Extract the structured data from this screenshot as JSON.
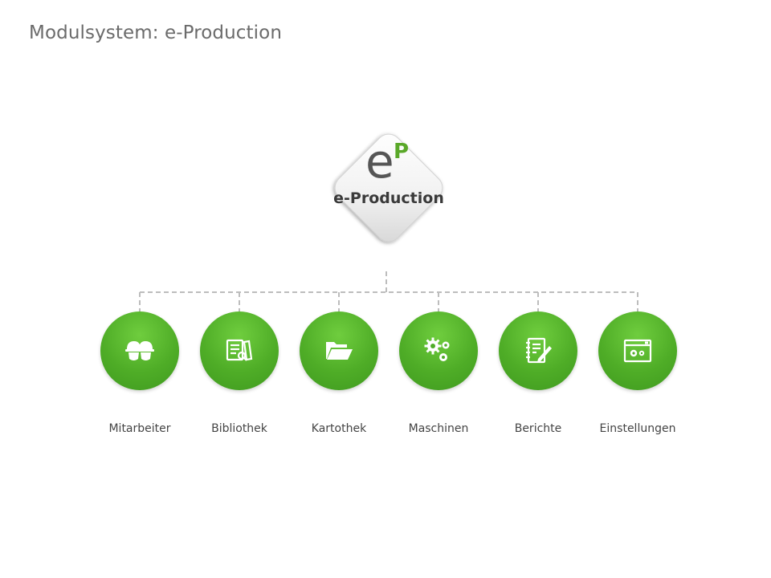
{
  "title": "Modulsystem: e-Production",
  "logo": {
    "letter_e": "e",
    "letter_p": "P",
    "label": "e-Production",
    "accent_color": "#5aa829"
  },
  "modules": [
    {
      "label": "Mitarbeiter",
      "icon": "hardhat-icon"
    },
    {
      "label": "Bibliothek",
      "icon": "library-icon"
    },
    {
      "label": "Kartothek",
      "icon": "folder-icon"
    },
    {
      "label": "Maschinen",
      "icon": "gears-icon"
    },
    {
      "label": "Berichte",
      "icon": "report-icon"
    },
    {
      "label": "Einstellungen",
      "icon": "settings-window-icon"
    }
  ],
  "colors": {
    "module_green": "#4fad27",
    "connector": "#bdbdbd",
    "title": "#6b6b6b"
  }
}
